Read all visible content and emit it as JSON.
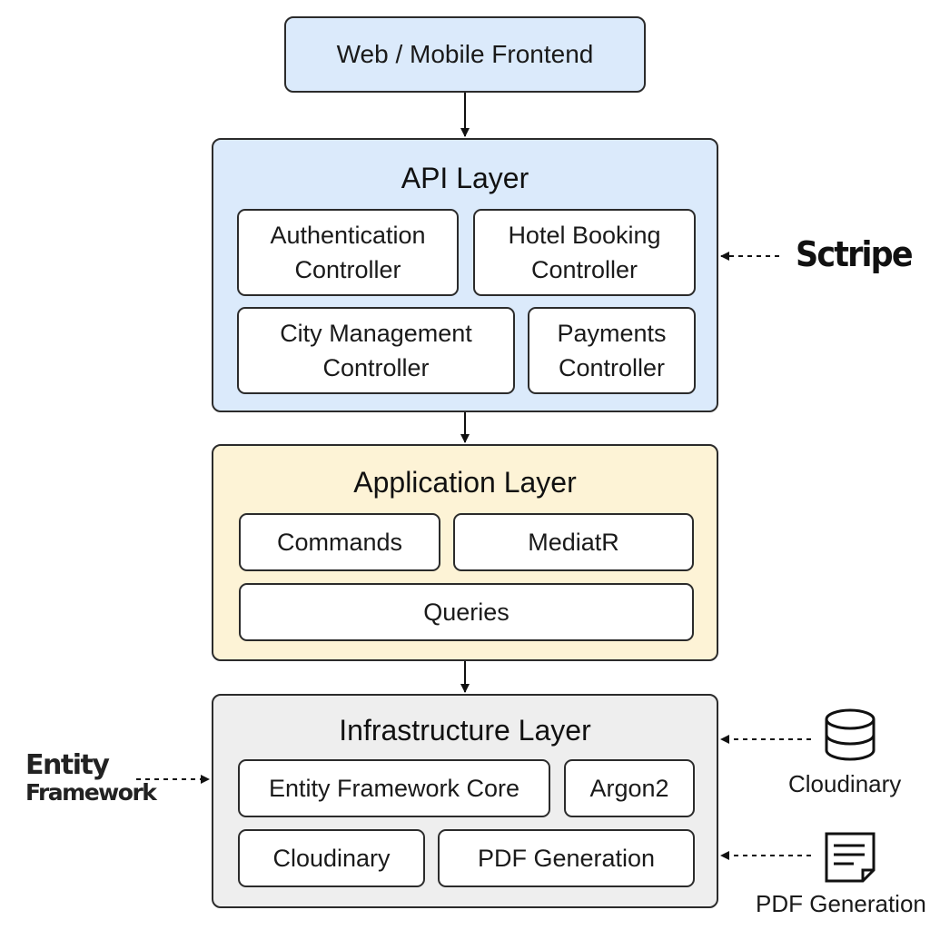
{
  "frontend": {
    "label": "Web / Mobile Frontend"
  },
  "api_layer": {
    "title": "API Layer",
    "components": [
      "Authentication\nController",
      "Hotel Booking\nController",
      "City Management\nController",
      "Payments\nController"
    ]
  },
  "application_layer": {
    "title": "Application Layer",
    "components": [
      "Commands",
      "MediatR",
      "Queries"
    ]
  },
  "infrastructure_layer": {
    "title": "Infrastructure Layer",
    "components": [
      "Entity Framework Core",
      "Argon2",
      "Cloudinary",
      "PDF Generation"
    ]
  },
  "external": {
    "stripe_logo": "Sctripe",
    "ef_logo_line1": "Entity",
    "ef_logo_line2": "Framework",
    "cloudinary": {
      "label": "Cloudinary",
      "icon": "database-icon"
    },
    "pdf": {
      "label": "PDF Generation",
      "icon": "document-icon"
    }
  },
  "colors": {
    "frontend_fill": "#dbeafb",
    "api_fill": "#dbeafb",
    "application_fill": "#fdf3d6",
    "infrastructure_fill": "#eeeeee"
  }
}
